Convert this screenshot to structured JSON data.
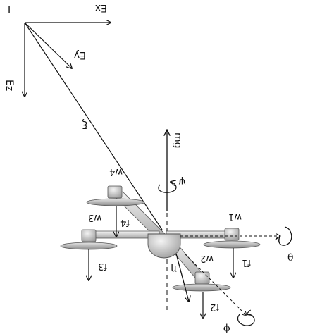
{
  "diagram": {
    "labels": {
      "origin": "I",
      "ex": "Ex",
      "ey": "Ey",
      "ez": "Ez",
      "xi": "ξ",
      "mg": "mg",
      "psi": "ψ",
      "theta": "θ",
      "phi": "ϕ",
      "eta": "η",
      "w1": "w1",
      "w2": "w2",
      "w3": "w3",
      "w4": "w4",
      "f1": "f1",
      "f2": "f2",
      "f3": "f3",
      "f4": "f4"
    }
  }
}
